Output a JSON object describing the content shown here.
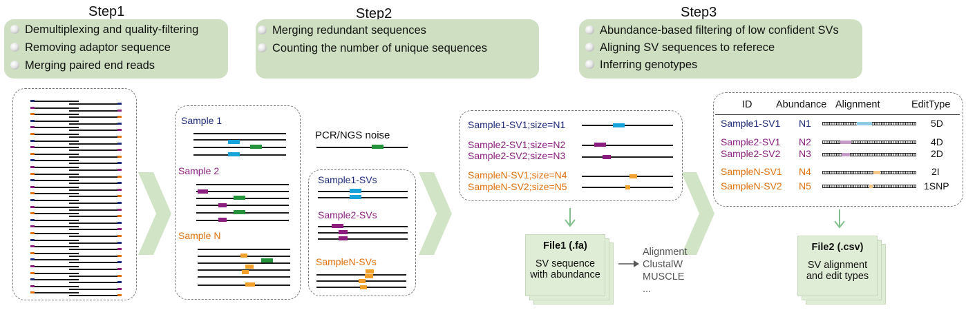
{
  "steps": [
    {
      "title": "Step1",
      "items": [
        "Demultiplexing and quality-filtering",
        "Removing adaptor sequence",
        "Merging paired end reads"
      ]
    },
    {
      "title": "Step2",
      "items": [
        "Merging redundant sequences",
        "Counting the number of unique sequences"
      ]
    },
    {
      "title": "Step3",
      "items": [
        "Abundance-based filtering of low confident SVs",
        "Aligning SV sequences to referece",
        "Inferring genotypes"
      ]
    }
  ],
  "samples_panel": {
    "sample1": "Sample 1",
    "sample2": "Sample 2",
    "sampleN": "Sample N"
  },
  "noise_label": "PCR/NGS noise",
  "svs_panel": {
    "s1": "Sample1-SVs",
    "s2": "Sample2-SVs",
    "sN": "SampleN-SVs"
  },
  "sv_list": [
    {
      "label": "Sample1-SV1;size=N1",
      "color": "navy"
    },
    {
      "label": "Sample2-SV1;size=N2",
      "color": "purple"
    },
    {
      "label": "Sample2-SV2;size=N3",
      "color": "purple"
    },
    {
      "label": "SampleN-SV1;size=N4",
      "color": "orange"
    },
    {
      "label": "SampleN-SV2;size=N5",
      "color": "orange"
    }
  ],
  "file1": {
    "title": "File1 (.fa)",
    "line1": "SV sequence",
    "line2": "with abundance"
  },
  "tools": [
    "Alignment",
    "ClustalW",
    "MUSCLE",
    "..."
  ],
  "table": {
    "headers": {
      "id": "ID",
      "abundance": "Abundance",
      "alignment": "Alignment",
      "edit": "EditType"
    },
    "rows": [
      {
        "id": "Sample1-SV1",
        "abundance": "N1",
        "edit": "5D",
        "color": "navy"
      },
      {
        "id": "Sample2-SV1",
        "abundance": "N2",
        "edit": "4D",
        "color": "purple"
      },
      {
        "id": "Sample2-SV2",
        "abundance": "N3",
        "edit": "2D",
        "color": "purple"
      },
      {
        "id": "SampleN-SV1",
        "abundance": "N4",
        "edit": "2I",
        "color": "orange"
      },
      {
        "id": "SampleN-SV2",
        "abundance": "N5",
        "edit": "1SNP",
        "color": "orange"
      }
    ]
  },
  "file2": {
    "title": "File2 (.csv)",
    "line1": "SV alignment",
    "line2": "and edit types"
  },
  "colors": {
    "green_box": "#cfe0c2",
    "chevron": "#d2e4c6",
    "sample1": "#1d2a7a",
    "sample2": "#8b1e7e",
    "sampleN": "#e2700c",
    "cyan": "#17a3d9",
    "green": "#23923a",
    "amber": "#f1a12a"
  }
}
